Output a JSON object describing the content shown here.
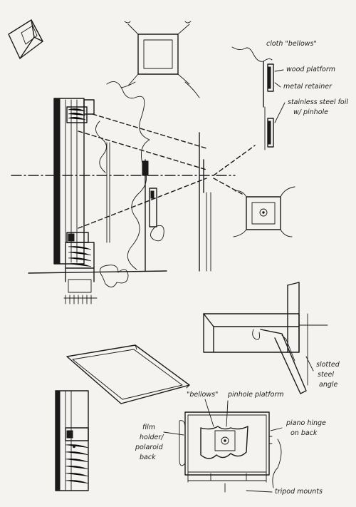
{
  "annotations": {
    "cloth_bellows": "cloth \"bellows\"",
    "wood_platform": "wood platform",
    "metal_retainer": "metal retainer",
    "stainless_foil_1": "stainless steel foil",
    "stainless_foil_2": "w/ pinhole",
    "slotted_1": "slotted",
    "slotted_2": "steel",
    "slotted_3": "angle",
    "bellows": "\"bellows\"",
    "pinhole_platform": "pinhole platform",
    "piano_hinge_1": "piano hinge",
    "piano_hinge_2": "on back",
    "film_1": "film",
    "film_2": "holder/",
    "film_3": "polaroid",
    "film_4": "back",
    "tripod_mounts": "tripod mounts"
  },
  "colors": {
    "ink": "#1a1a1a",
    "paper": "#f4f3f0"
  }
}
